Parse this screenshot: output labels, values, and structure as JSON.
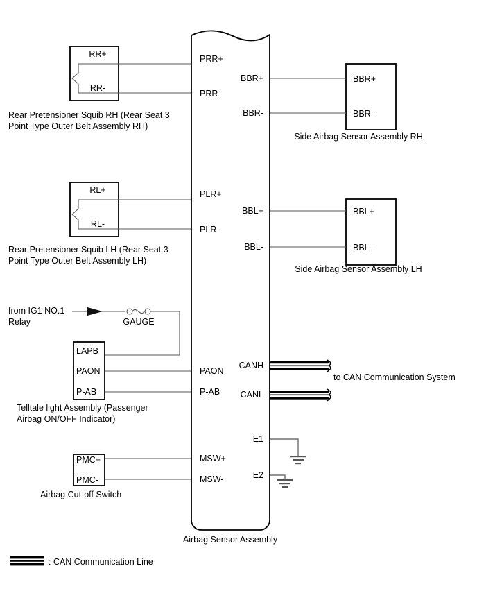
{
  "diagram": {
    "title_caption": "Airbag Sensor Assembly",
    "legend": {
      "symbol_name": "can-communication-line-symbol",
      "label": ": CAN Communication Line"
    },
    "ecu": {
      "name": "Airbag Sensor Assembly",
      "left_pins": [
        {
          "id": "prr-plus",
          "label": "PRR+"
        },
        {
          "id": "prr-minus",
          "label": "PRR-"
        },
        {
          "id": "plr-plus",
          "label": "PLR+"
        },
        {
          "id": "plr-minus",
          "label": "PLR-"
        },
        {
          "id": "paon",
          "label": "PAON"
        },
        {
          "id": "p-ab",
          "label": "P-AB"
        },
        {
          "id": "msw-plus",
          "label": "MSW+"
        },
        {
          "id": "msw-minus",
          "label": "MSW-"
        }
      ],
      "right_pins": [
        {
          "id": "bbr-plus",
          "label": "BBR+"
        },
        {
          "id": "bbr-minus",
          "label": "BBR-"
        },
        {
          "id": "bbl-plus",
          "label": "BBL+"
        },
        {
          "id": "bbl-minus",
          "label": "BBL-"
        },
        {
          "id": "canh",
          "label": "CANH"
        },
        {
          "id": "canl",
          "label": "CANL"
        },
        {
          "id": "e1",
          "label": "E1"
        },
        {
          "id": "e2",
          "label": "E2"
        }
      ]
    },
    "components": [
      {
        "id": "rear-pretensioner-squib-rh",
        "terminals": [
          "RR+",
          "RR-"
        ],
        "caption_line1": "Rear Pretensioner Squib RH (Rear Seat 3",
        "caption_line2": "Point Type Outer Belt Assembly RH)"
      },
      {
        "id": "rear-pretensioner-squib-lh",
        "terminals": [
          "RL+",
          "RL-"
        ],
        "caption_line1": "Rear Pretensioner Squib LH (Rear Seat 3",
        "caption_line2": "Point Type Outer Belt Assembly LH)"
      },
      {
        "id": "side-airbag-sensor-assembly-rh",
        "terminals": [
          "BBR+",
          "BBR-"
        ],
        "caption_line1": "Side Airbag Sensor Assembly RH",
        "caption_line2": ""
      },
      {
        "id": "side-airbag-sensor-assembly-lh",
        "terminals": [
          "BBL+",
          "BBL-"
        ],
        "caption_line1": "Side Airbag Sensor Assembly LH",
        "caption_line2": ""
      },
      {
        "id": "telltale-light-assembly",
        "terminals": [
          "LAPB",
          "PAON",
          "P-AB"
        ],
        "caption_line1": "Telltale light Assembly (Passenger",
        "caption_line2": "Airbag ON/OFF Indicator)"
      },
      {
        "id": "airbag-cut-off-switch",
        "terminals": [
          "PMC+",
          "PMC-"
        ],
        "caption_line1": "Airbag Cut-off Switch",
        "caption_line2": ""
      }
    ],
    "power_source": {
      "source_line1": "from IG1 NO.1",
      "source_line2": "Relay",
      "fuse_label": "GAUGE"
    },
    "can_destination": "to CAN Communication System"
  }
}
